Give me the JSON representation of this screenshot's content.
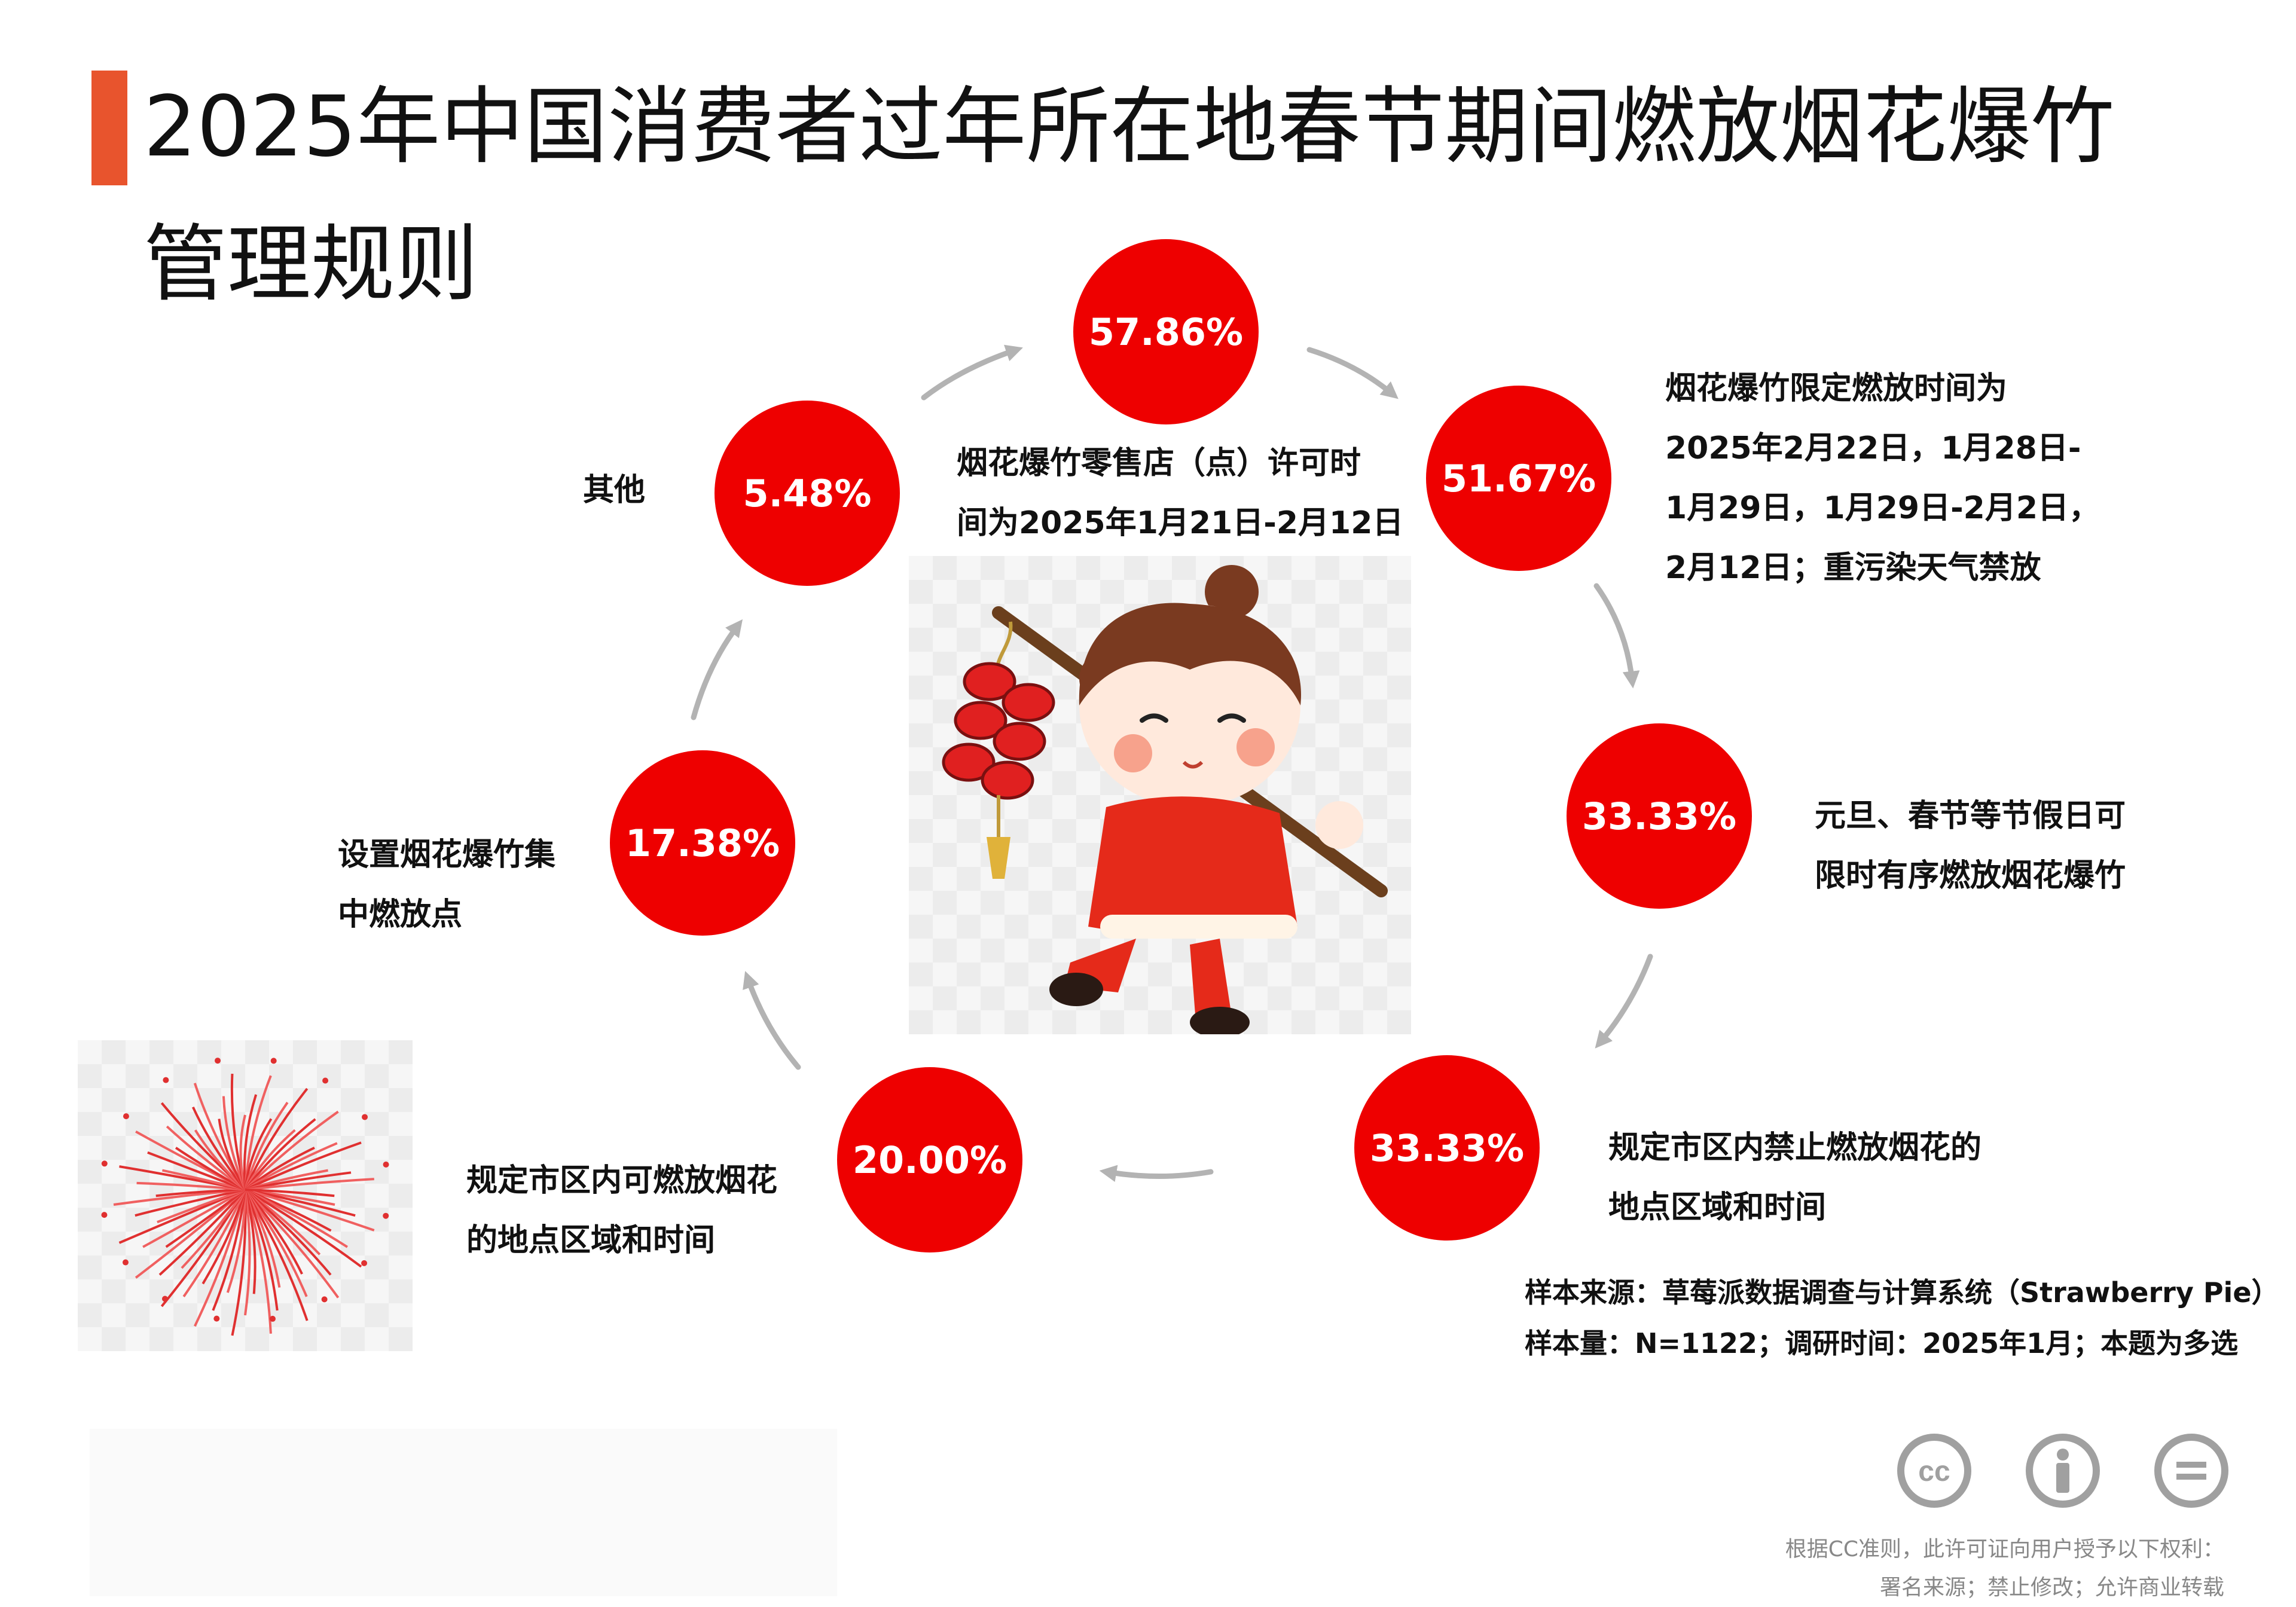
{
  "colors": {
    "accent": "#e8542d",
    "circle": "#ee0000",
    "arrow": "#b3b3b3"
  },
  "title": {
    "line1": "2025年中国消费者过年所在地春节期间燃放烟花爆竹",
    "line2": "管理规则"
  },
  "chart_data": {
    "type": "cycle",
    "items": [
      {
        "value": 57.86,
        "display": "57.86%",
        "label_lines": [
          "烟花爆竹零售店（点）许可时",
          "间为2025年1月21日-2月12日"
        ]
      },
      {
        "value": 51.67,
        "display": "51.67%",
        "label_lines": [
          "烟花爆竹限定燃放时间为",
          "2025年2月22日，1月28日-",
          "1月29日，1月29日-2月2日，",
          "2月12日；重污染天气禁放"
        ]
      },
      {
        "value": 33.33,
        "display": "33.33%",
        "label_lines": [
          "元旦、春节等节假日可",
          "限时有序燃放烟花爆竹"
        ]
      },
      {
        "value": 33.33,
        "display": "33.33%",
        "label_lines": [
          "规定市区内禁止燃放烟花的",
          "地点区域和时间"
        ]
      },
      {
        "value": 20.0,
        "display": "20.00%",
        "label_lines": [
          "规定市区内可燃放烟花",
          "的地点区域和时间"
        ]
      },
      {
        "value": 17.38,
        "display": "17.38%",
        "label_lines": [
          "设置烟花爆竹集",
          "中燃放点"
        ]
      },
      {
        "value": 5.48,
        "display": "5.48%",
        "label_lines": [
          "其他"
        ]
      }
    ]
  },
  "source": {
    "line1": "样本来源：草莓派数据调查与计算系统（Strawberry Pie）",
    "line2": "样本量：N=1122；调研时间：2025年1月；本题为多选"
  },
  "license": {
    "line1": "根据CC准则，此许可证向用户授予以下权利：",
    "line2": "署名来源；禁止修改；允许商业转载"
  },
  "icons": [
    "cc-icon",
    "attribution-icon",
    "no-derivatives-icon"
  ]
}
